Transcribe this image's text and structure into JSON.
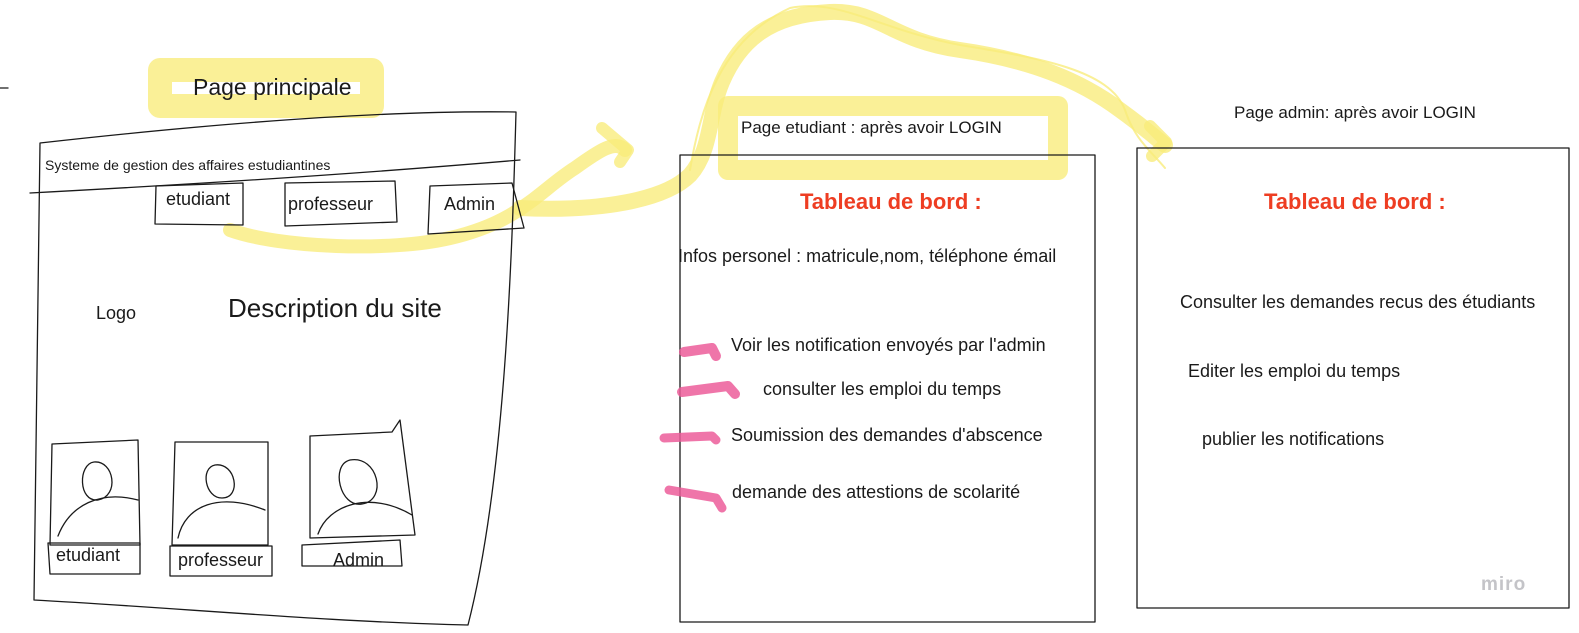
{
  "main_page": {
    "title": "Page principale",
    "site_name": "Systeme de gestion des affaires estudiantines",
    "nav": [
      "etudiant",
      "professeur",
      "Admin"
    ],
    "logo": "Logo",
    "description": "Description du site",
    "profiles": [
      "etudiant",
      "professeur",
      "Admin"
    ]
  },
  "student_page": {
    "title": "Page etudiant : après avoir LOGIN",
    "dashboard": "Tableau de bord :",
    "info": "Infos personel : matricule,nom, téléphone émail",
    "items": [
      "Voir les notification envoyés par l'admin",
      "consulter les emploi du temps",
      "Soumission des demandes d'abscence",
      "demande des attestions de scolarité"
    ]
  },
  "admin_page": {
    "title": "Page admin: après avoir LOGIN",
    "dashboard": "Tableau de bord :",
    "items": [
      "Consulter les demandes recus des étudiants",
      "Editer les emploi du temps",
      "publier les notifications"
    ]
  },
  "watermark": "miro",
  "colors": {
    "highlight": "#f9ec7a",
    "arrow": "#ec5d9a",
    "dashboard_title": "#ee3d22",
    "watermark": "#c4c4c8"
  }
}
